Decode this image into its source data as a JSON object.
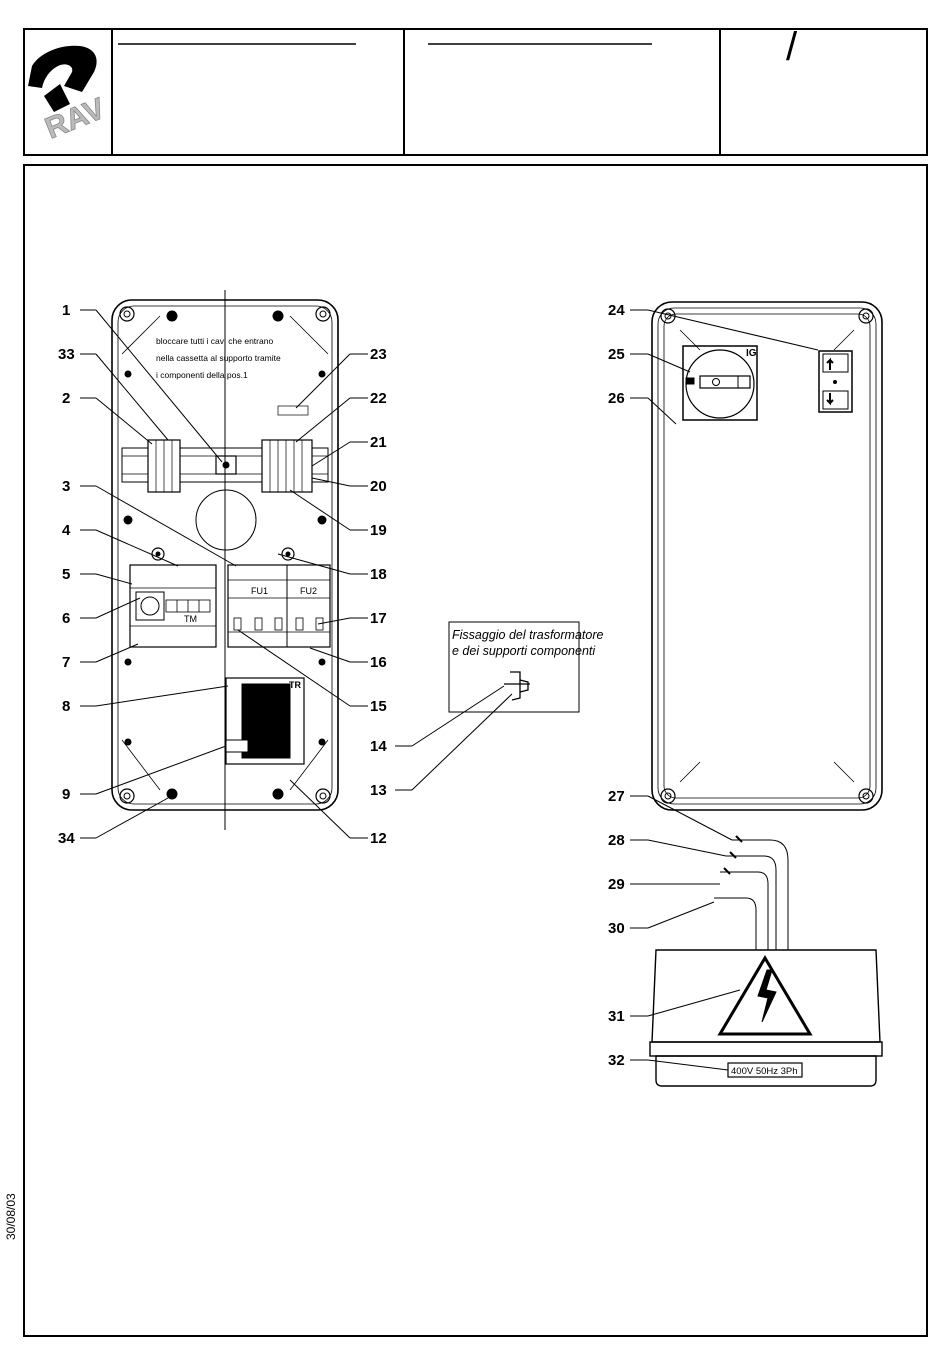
{
  "title_block": {
    "logo_text": "RAV",
    "revision_mark": "/"
  },
  "date_stamp": "30/08/03",
  "panel_note": [
    "bloccare tutti i cavi che entrano",
    "nella cassetta al supporto tramite",
    "i componenti della pos.1"
  ],
  "component_labels": {
    "fu1": "FU1",
    "fu2": "FU2",
    "tm": "TM",
    "tr": "TR",
    "ig": "IG",
    "rating": "400V 50Hz 3Ph"
  },
  "detail_caption": [
    "Fissaggio  del  trasformatore",
    "e dei supporti componenti"
  ],
  "callouts_left": [
    "1",
    "33",
    "2",
    "3",
    "4",
    "5",
    "6",
    "7",
    "8",
    "9",
    "34"
  ],
  "callouts_right": [
    "23",
    "22",
    "21",
    "20",
    "19",
    "18",
    "17",
    "16",
    "15",
    "14",
    "13",
    "12"
  ],
  "callouts_panel": [
    "24",
    "25",
    "26",
    "27",
    "28",
    "29",
    "30",
    "31",
    "32"
  ]
}
